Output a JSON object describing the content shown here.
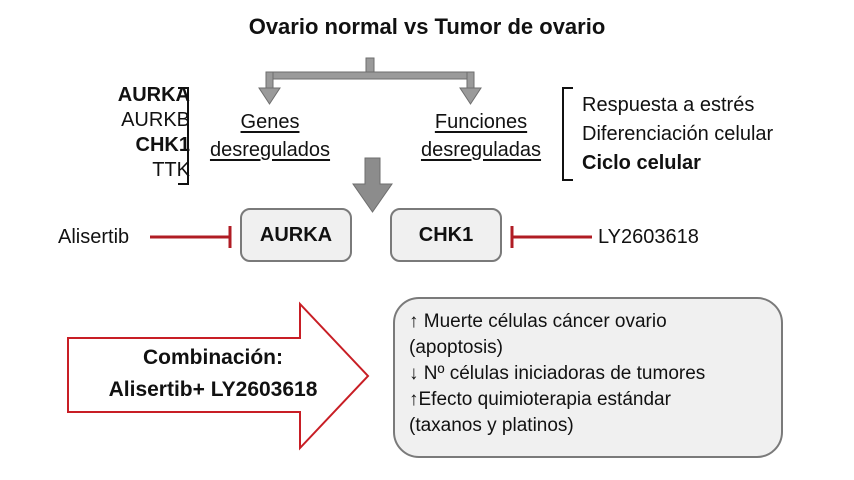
{
  "title": "Ovario normal vs Tumor de ovario",
  "genes": [
    {
      "label": "AURKA",
      "bold": true
    },
    {
      "label": "AURKB",
      "bold": false
    },
    {
      "label": "CHK1",
      "bold": true
    },
    {
      "label": "TTK",
      "bold": false
    }
  ],
  "genes_group": {
    "line1": "Genes",
    "line2": "desregulados"
  },
  "functions_group": {
    "line1": "Funciones",
    "line2": "desreguladas"
  },
  "functions": [
    {
      "label": "Respuesta a estrés",
      "bold": false
    },
    {
      "label": "Diferenciación celular",
      "bold": false
    },
    {
      "label": "Ciclo celular",
      "bold": true
    }
  ],
  "targets": {
    "left": {
      "drug": "Alisertib",
      "gene": "AURKA"
    },
    "right": {
      "drug": "LY2603618",
      "gene": "CHK1"
    }
  },
  "combination": {
    "line1": "Combinación:",
    "line2": "Alisertib+ LY2603618"
  },
  "results": [
    "↑ Muerte células cáncer ovario",
    "(apoptosis)",
    "↓ Nº células iniciadoras de tumores",
    "↑Efecto quimioterapia estándar",
    "(taxanos y platinos)"
  ],
  "colors": {
    "inhibitor_line": "#b01c24",
    "arrow_outline": "#c81e25",
    "connector": "#8c8c8c",
    "box_fill": "#f0f0f0"
  }
}
